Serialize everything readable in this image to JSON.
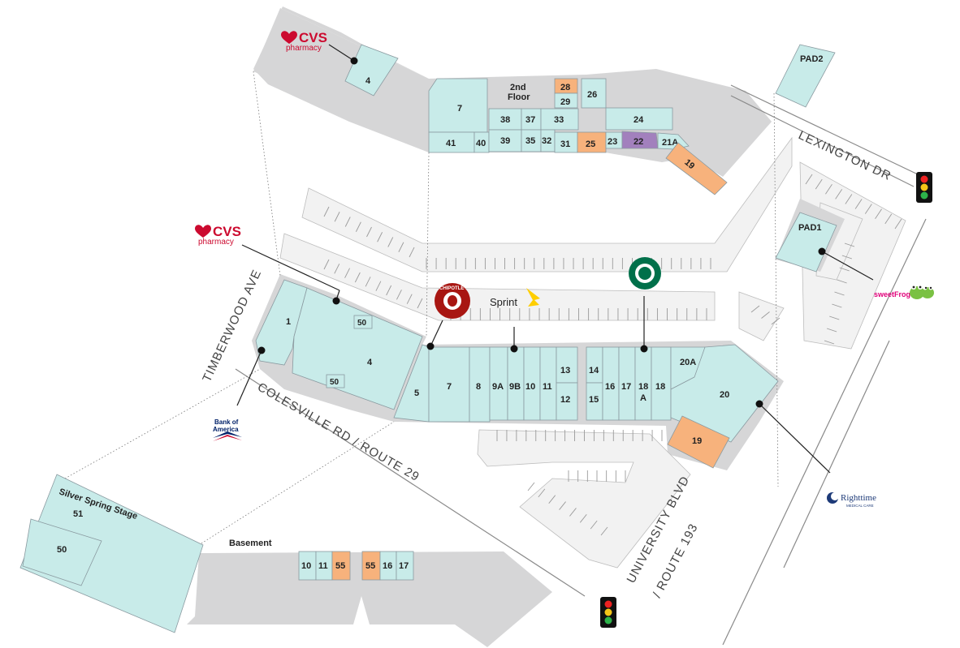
{
  "roads": {
    "lexington": "LEXINGTON DR",
    "timberwood": "TIMBERWOOD AVE",
    "colesville": "COLESVILLE RD / ROUTE 29",
    "university_1": "UNIVERSITY BLVD",
    "university_2": "/ ROUTE 193"
  },
  "brands": {
    "cvs_top": {
      "name": "CVS",
      "sub": "pharmacy"
    },
    "cvs_main": {
      "name": "CVS",
      "sub": "pharmacy"
    },
    "sprint": "Sprint",
    "boa_1": "Bank of",
    "boa_2": "America",
    "righttime_1": "Righttime",
    "righttime_2": "MEDICAL CARE",
    "sweetfrog": "sweetFrog",
    "chipotle": "CHIPOTLE"
  },
  "labels": {
    "second_floor_1": "2nd",
    "second_floor_2": "Floor",
    "basement": "Basement",
    "stage": "Silver Spring Stage",
    "pad1": "PAD1",
    "pad2": "PAD2"
  },
  "units": {
    "u_top4": "4",
    "u_top7": "7",
    "u28": "28",
    "u29": "29",
    "u26": "26",
    "u38": "38",
    "u37": "37",
    "u33": "33",
    "u24": "24",
    "u41": "41",
    "u40": "40",
    "u39": "39",
    "u35": "35",
    "u32": "32",
    "u31": "31",
    "u25": "25",
    "u23": "23",
    "u22": "22",
    "u21a": "21A",
    "u19top": "19",
    "u1": "1",
    "u4": "4",
    "u50a": "50",
    "u50b": "50",
    "u5": "5",
    "u7": "7",
    "u8": "8",
    "u9a": "9A",
    "u9b": "9B",
    "u10": "10",
    "u11": "11",
    "u13": "13",
    "u12": "12",
    "u14": "14",
    "u15": "15",
    "u16": "16",
    "u17": "17",
    "u18a_1": "18",
    "u18a_2": "A",
    "u18": "18",
    "u20a": "20A",
    "u20": "20",
    "u19": "19",
    "b10": "10",
    "b11": "11",
    "b55a": "55",
    "b55b": "55",
    "b16": "16",
    "b17": "17",
    "s51": "51",
    "s50": "50"
  },
  "colors": {
    "store": "#c8ebe9",
    "highlight_orange": "#f7b27c",
    "highlight_purple": "#a280bd",
    "building": "#d6d6d7",
    "cvs_red": "#cc0a2f",
    "starbucks_green": "#00704a",
    "chipotle_red": "#a81612",
    "boa_blue": "#012169",
    "sprint_yellow": "#ffce00",
    "righttime_navy": "#1d3a78"
  }
}
